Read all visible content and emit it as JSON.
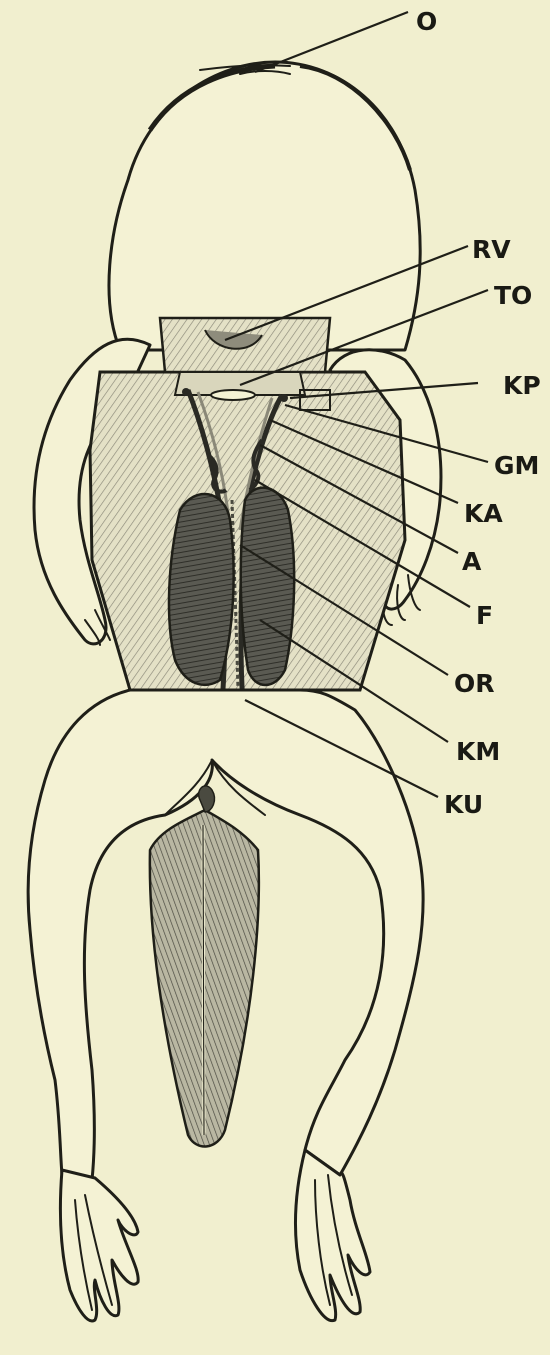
{
  "labels": {
    "O": "O",
    "RV": "RV",
    "TO": "TO",
    "KP": "KP",
    "GM": "GM",
    "KA": "KA",
    "A": "A",
    "F": "F",
    "OR": "OR",
    "KM": "KM",
    "KU": "KU"
  },
  "colors": {
    "paper": "#f1efcf",
    "ink": "#1f1f18",
    "organ_dark": "#4a4a44",
    "flap_shade": "#d9d6bc"
  }
}
